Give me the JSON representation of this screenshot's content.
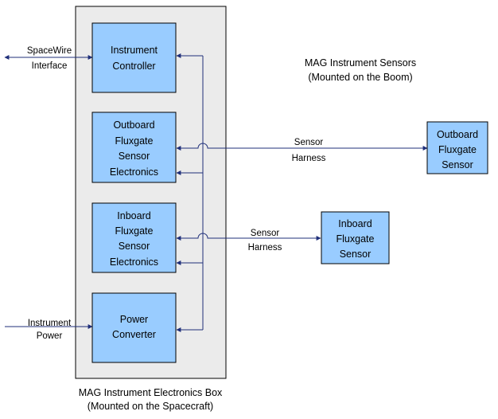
{
  "colors": {
    "box_fill": "#99CCFF",
    "box_stroke": "#000000",
    "electronics_box_fill": "#EBEBEB",
    "wire": "#1F2F7A",
    "text": "#000000"
  },
  "electronics_box": {
    "caption_line1": "MAG Instrument Electronics Box",
    "caption_line2": "(Mounted on the Spacecraft)"
  },
  "sensors_group": {
    "caption_line1": "MAG Instrument Sensors",
    "caption_line2": "(Mounted on the Boom)"
  },
  "blocks": {
    "instrument_controller": [
      "Instrument",
      "Controller"
    ],
    "outboard_electronics": [
      "Outboard",
      "Fluxgate",
      "Sensor",
      "Electronics"
    ],
    "inboard_electronics": [
      "Inboard",
      "Fluxgate",
      "Sensor",
      "Electronics"
    ],
    "power_converter": [
      "Power",
      "Converter"
    ],
    "outboard_sensor": [
      "Outboard",
      "Fluxgate",
      "Sensor"
    ],
    "inboard_sensor": [
      "Inboard",
      "Fluxgate",
      "Sensor"
    ]
  },
  "interfaces": {
    "spacewire": [
      "SpaceWire",
      "Interface"
    ],
    "instrument_power": [
      "Instrument",
      "Power"
    ],
    "outboard_harness": [
      "Sensor",
      "Harness"
    ],
    "inboard_harness": [
      "Sensor",
      "Harness"
    ]
  }
}
